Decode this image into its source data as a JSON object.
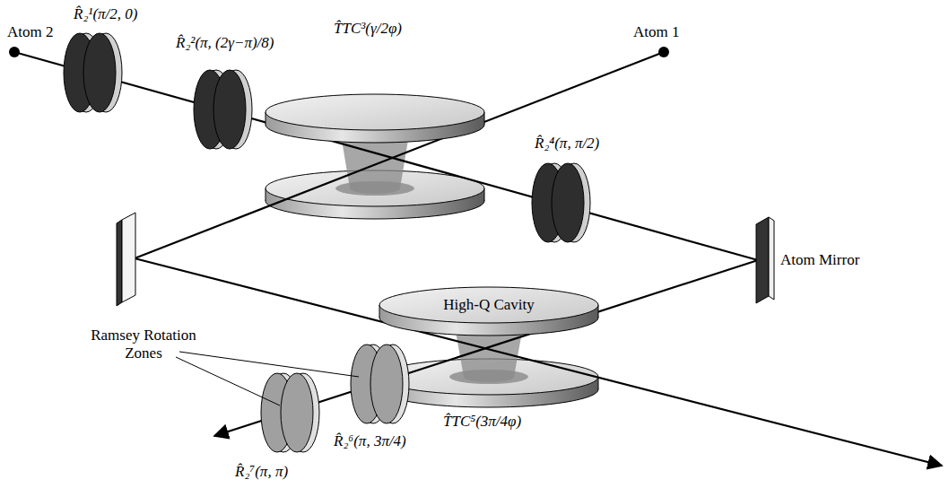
{
  "diagram": {
    "labels": [
      "Atom 2",
      "R̂₂¹(π/2, 0)",
      "R̂₂²(π, (2γ−π)/8)",
      "T̂TC³(γ/2φ)",
      "Atom 1",
      "R̂₂⁴(π, π/2)",
      "High-Q Cavity",
      "Atom Mirror",
      "Ramsey Rotation Zones",
      "R̂₂⁶(π, 3π/4)",
      "T̂TC⁵(3π/4φ)",
      "R̂₂⁷(π, π)"
    ]
  }
}
